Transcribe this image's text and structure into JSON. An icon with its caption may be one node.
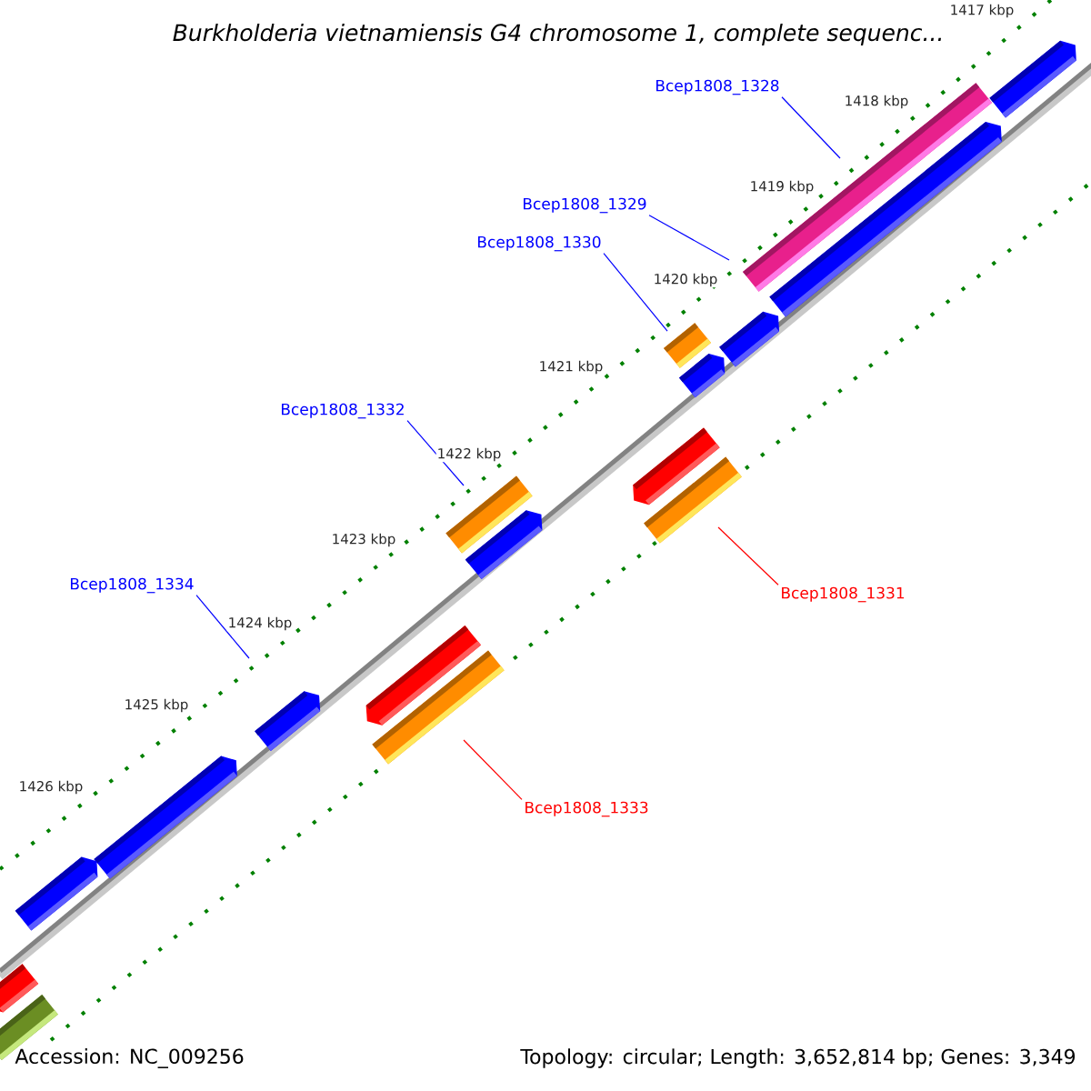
{
  "diagram": {
    "title": "Burkholderia vietnamiensis G4 chromosome 1, complete sequenc...",
    "nodes": [
      {
        "text": [
          "Bcep1808_1328"
        ]
      },
      {
        "text": [
          "Bcep1808_1329"
        ]
      },
      {
        "text": [
          "Bcep1808_1330"
        ]
      },
      {
        "text": [
          "Bcep1808_1332"
        ]
      },
      {
        "text": [
          "Bcep1808_1334"
        ]
      },
      {
        "text": [
          "Bcep1808_1331"
        ]
      },
      {
        "text": [
          "Bcep1808_1333"
        ]
      }
    ],
    "edges": [
      {
        "from": 0,
        "to": null,
        "arrow": "none"
      },
      {
        "from": 1,
        "to": null,
        "arrow": "none"
      },
      {
        "from": 2,
        "to": null,
        "arrow": "none"
      },
      {
        "from": 3,
        "to": null,
        "arrow": "none"
      },
      {
        "from": 4,
        "to": null,
        "arrow": "none"
      },
      {
        "from": 5,
        "to": null,
        "arrow": "none",
        "color": "#ff0000"
      },
      {
        "from": 6,
        "to": null,
        "arrow": "none",
        "color": "#ff0000"
      }
    ],
    "labels": [
      "1417 kbp",
      "1418 kbp",
      "1419 kbp",
      "1420 kbp",
      "1421 kbp",
      "1422 kbp",
      "1423 kbp",
      "1424 kbp",
      "1425 kbp",
      "1426 kbp",
      "Accession: NC_009256",
      "Topology: circular; Length: 3,652,814 bp; Genes: 3,349"
    ]
  }
}
